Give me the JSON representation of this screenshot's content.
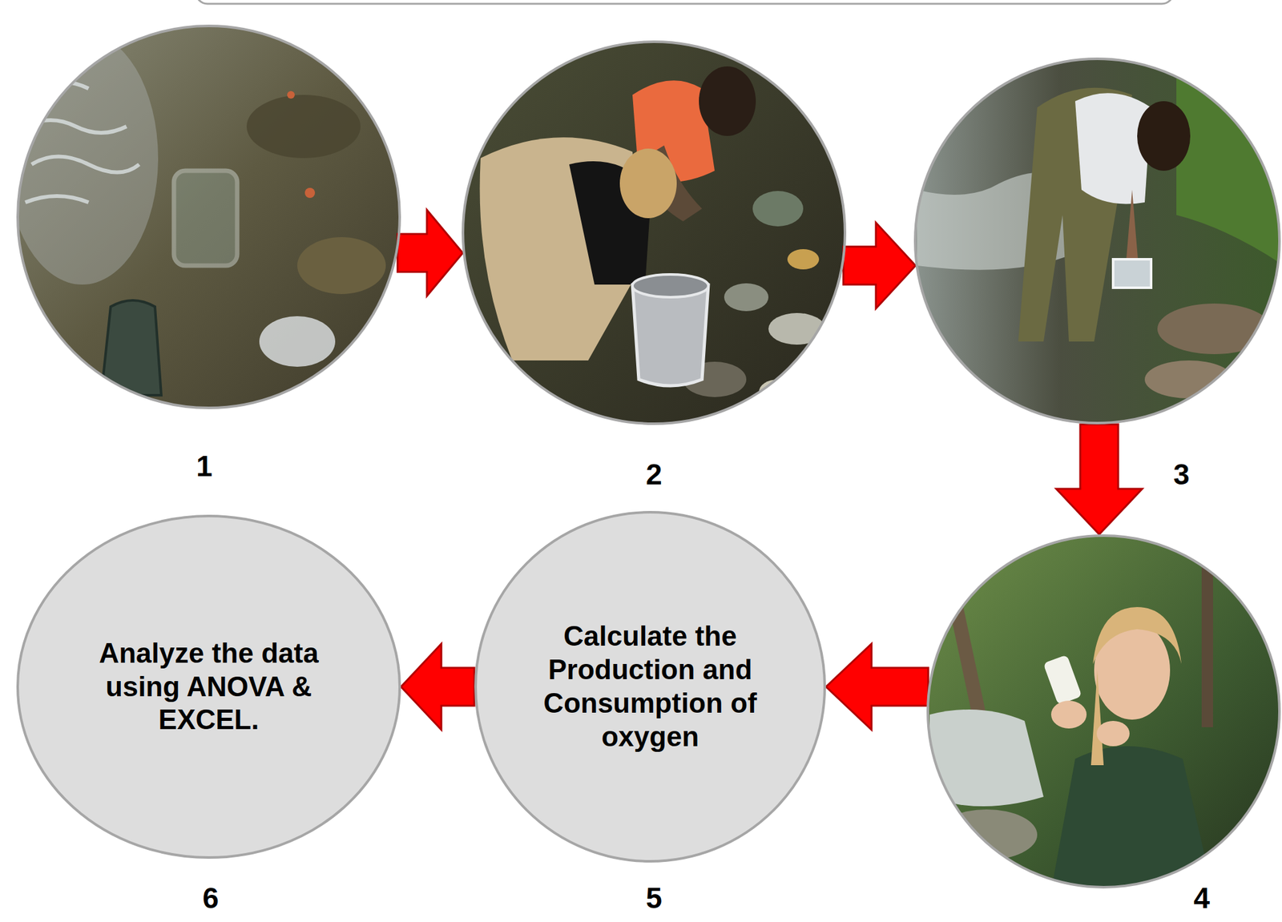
{
  "diagram": {
    "nodes": [
      {
        "text": [
          "1"
        ]
      },
      {
        "text": [
          "2"
        ]
      },
      {
        "text": [
          "3"
        ]
      },
      {
        "text": [
          "4"
        ]
      },
      {
        "text": [
          "Calculate the Production and Consumption of oxygen",
          "5"
        ]
      },
      {
        "text": [
          "Analyze the data using ANOVA & EXCEL.",
          "6"
        ]
      }
    ],
    "edges": [
      {
        "from": 0,
        "to": 1,
        "arrow": "to"
      },
      {
        "from": 1,
        "to": 2,
        "arrow": "to"
      },
      {
        "from": 2,
        "to": 3,
        "arrow": "to"
      },
      {
        "from": 3,
        "to": 4,
        "arrow": "to"
      },
      {
        "from": 4,
        "to": 5,
        "arrow": "to"
      }
    ]
  }
}
